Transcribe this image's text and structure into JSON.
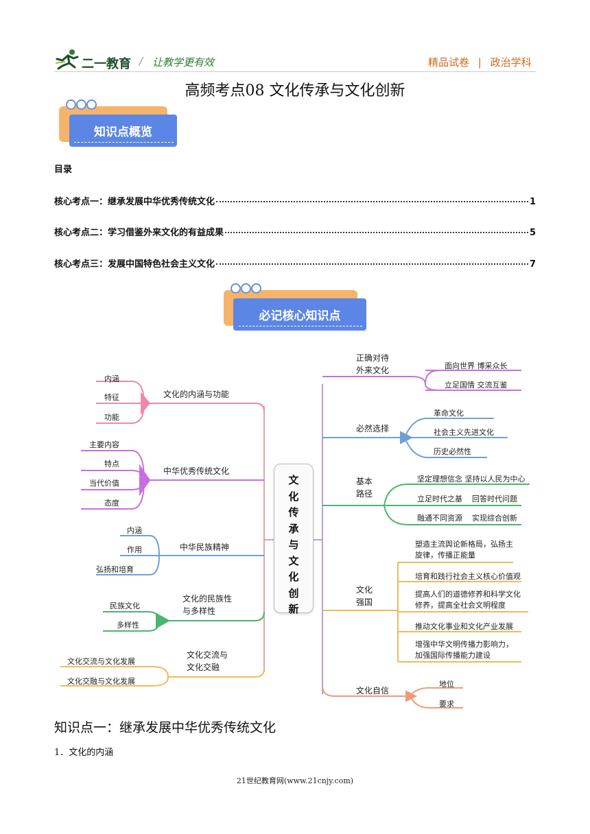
{
  "header": {
    "logo_text": "二一教育",
    "slogan": "让教学更有效",
    "right_label_a": "精品试卷",
    "right_label_b": "政治学科"
  },
  "page_title": "高频考点08  文化传承与文化创新",
  "badge_overview": "知识点概览",
  "toc": {
    "heading": "目录",
    "items": [
      {
        "label": "核心考点一：继承发展中华优秀传统文化",
        "page": "1"
      },
      {
        "label": "核心考点二：学习借鉴外来文化的有益成果",
        "page": "5"
      },
      {
        "label": "核心考点三：发展中国特色社会主义文化",
        "page": "7"
      }
    ]
  },
  "badge_core": "必记核心知识点",
  "mindmap": {
    "center": "文化传承与文化创新",
    "left": [
      {
        "label": "文化的内涵与功能",
        "children": [
          "内涵",
          "特征",
          "功能"
        ]
      },
      {
        "label": "中华优秀传统文化",
        "children": [
          "主要内容",
          "特点",
          "当代价值",
          "态度"
        ]
      },
      {
        "label": "中华民族精神",
        "children": [
          "内涵",
          "作用",
          "弘扬和培育"
        ]
      },
      {
        "label": "文化的民族性与多样性",
        "children": [
          "民族文化",
          "多样性"
        ]
      },
      {
        "label": "文化交流与文化交融",
        "children": [
          "文化交流与文化发展",
          "文化交融与文化发展"
        ]
      }
    ],
    "right": [
      {
        "label": "正确对待外来文化",
        "children": [
          "面向世界 博采众长",
          "立足国情 交流互鉴"
        ]
      },
      {
        "label": "必然选择",
        "children": [
          "革命文化",
          "社会主义先进文化",
          "历史必然性"
        ]
      },
      {
        "label": "基本路径",
        "children": [
          "坚定理想信念 坚持以人民为中心",
          "立足时代之基    回答时代问题",
          "融通不同资源    实现综合创新"
        ]
      },
      {
        "label": "文化强国",
        "children": [
          "塑造主流舆论新格局，弘扬主旋律，传播正能量",
          "培育和践行社会主义核心价值观",
          "提高人们的道德修养和科学文化修养，提高全社会文明程度",
          "推动文化事业和文化产业发展",
          "增强中华文明传播力影响力，加强国际传播能力建设"
        ]
      },
      {
        "label": "文化自信",
        "children": [
          "地位",
          "要求"
        ]
      }
    ]
  },
  "section1": {
    "heading": "知识点一：继承发展中华优秀传统文化",
    "sub1": "1．文化的内涵"
  },
  "footer": "21世纪教育网(www.21cnjy.com)",
  "colors": {
    "brand_green": "#1e4d2b",
    "accent_orange": "#d2691e",
    "badge_blue": "#5b86e5",
    "badge_orange": "#f6b46b"
  }
}
